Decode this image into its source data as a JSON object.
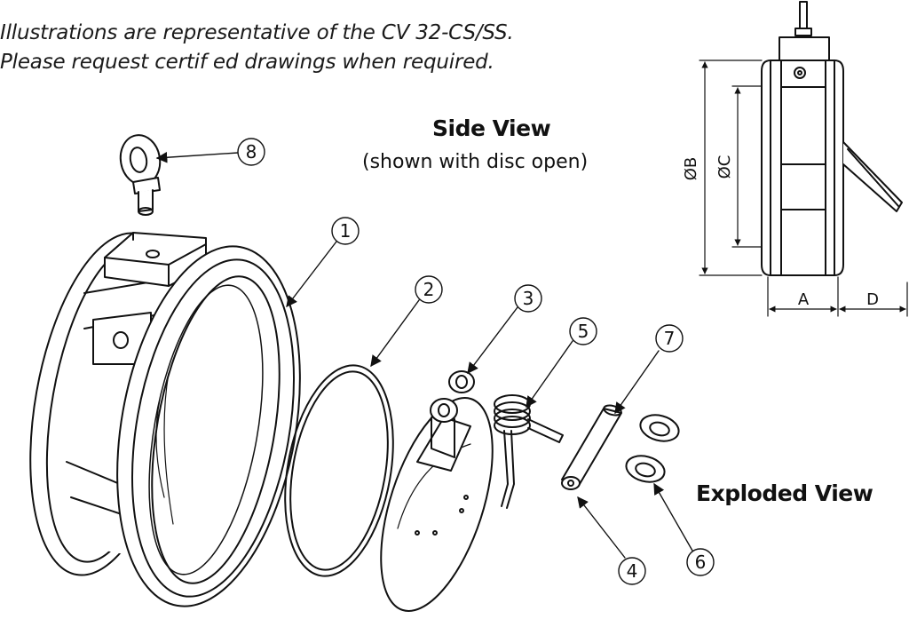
{
  "notes": {
    "line1": "Illustrations are representative of the CV 32-CS/SS.",
    "line2": "Please request certif ed drawings when required."
  },
  "side_view": {
    "title": "Side View",
    "subtitle": "(shown with disc open)",
    "dim_b": "ØB",
    "dim_c": "ØC",
    "dim_a": "A",
    "dim_d": "D"
  },
  "exploded_view": {
    "title": "Exploded View"
  },
  "callouts": [
    "1",
    "2",
    "3",
    "4",
    "5",
    "6",
    "7",
    "8"
  ]
}
